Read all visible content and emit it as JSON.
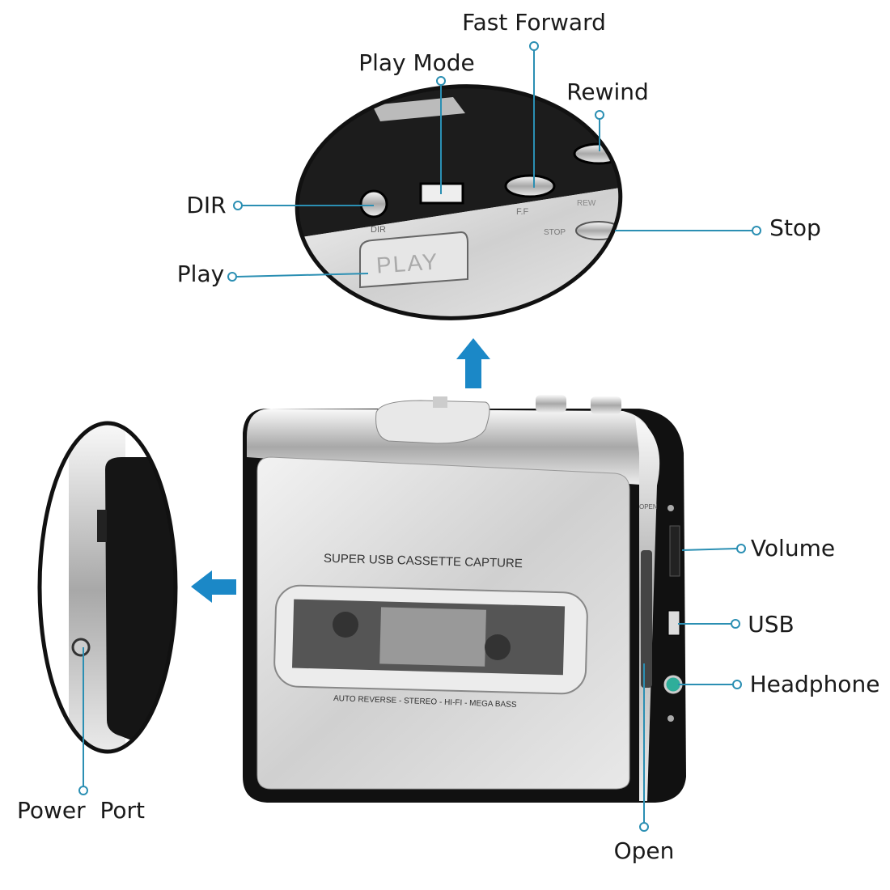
{
  "colors": {
    "callout": "#2b8fb3",
    "arrow": "#1b88c7",
    "body": "#111111",
    "silver": "#d9d9d9"
  },
  "callouts": {
    "fast_forward": "Fast Forward",
    "play_mode": "Play Mode",
    "rewind": "Rewind",
    "dir": "DIR",
    "stop": "Stop",
    "play": "Play",
    "volume": "Volume",
    "usb": "USB",
    "headphone": "Headphone",
    "open": "Open",
    "power_port": "Power  Port"
  },
  "device": {
    "brand_text": "SUPER USB CASSETTE CAPTURE",
    "features_text": "AUTO REVERSE - STEREO - HI-FI - MEGA BASS",
    "play_button_text": "PLAY",
    "dir_text": "DIR",
    "ff_text": "F.F",
    "rew_text": "REW",
    "stop_text": "STOP",
    "open_text": "OPEN"
  },
  "icons": {
    "up_arrow": "arrow-up-icon",
    "left_arrow": "arrow-left-icon"
  }
}
